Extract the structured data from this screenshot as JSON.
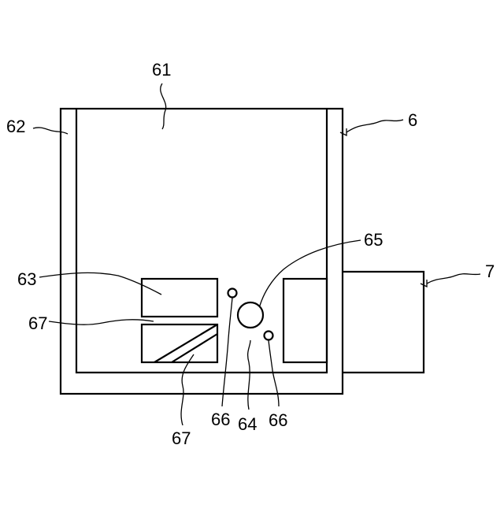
{
  "diagram": {
    "labels": {
      "chamber": "61",
      "outer_wall": "62",
      "upper_block": "63",
      "gap_region": "64",
      "circular_port": "65",
      "small_port_left": "66",
      "small_port_right": "66",
      "divider_left": "67",
      "divider_bottom": "67",
      "apparatus": "6",
      "attached_box": "7"
    },
    "line_color": "#000000",
    "background": "#ffffff"
  }
}
